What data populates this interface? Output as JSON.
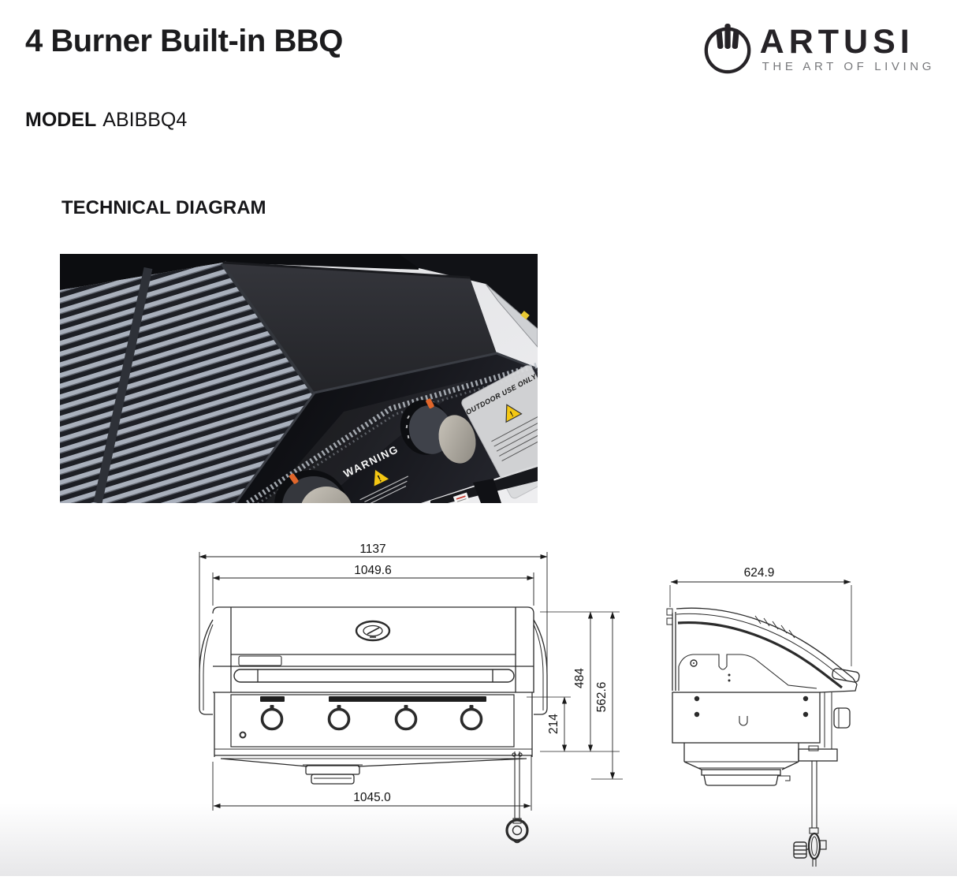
{
  "header": {
    "title": "4 Burner Built-in BBQ",
    "brand": {
      "name": "ARTUSI",
      "tagline": "THE ART OF LIVING",
      "mark_icon": "three-bars-in-circle"
    }
  },
  "model": {
    "label": "MODEL",
    "value": "ABIBBQ4"
  },
  "section": {
    "heading": "TECHNICAL DIAGRAM"
  },
  "photo": {
    "description": "Close-up photo of BBQ cooktop: grill grates at left, flat plate at right, glossy black control panel with two knobs, warning stickers and stand legs",
    "warning_label": "WARNING",
    "outdoor_label": "OUTDOOR USE ONLY"
  },
  "diagram": {
    "front_view": {
      "overall_width": "1137",
      "inner_width": "1049.6",
      "base_width": "1045.0",
      "panel_height": "214",
      "body_height": "484",
      "overall_height": "562.6"
    },
    "side_view": {
      "depth": "624.9"
    }
  },
  "colors": {
    "line": "#2b2b2b",
    "text": "#1b1b1d",
    "tagline_gray": "#77787b",
    "warning_yellow": "#f4c713",
    "knob_orange": "#e0662b",
    "page_fade": "#e7e7e9"
  }
}
